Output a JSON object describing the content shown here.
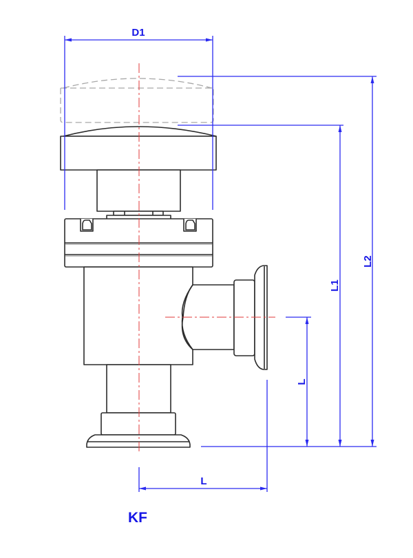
{
  "drawing": {
    "title": "KF",
    "type": "Angle valve technical drawing (manual, KF flanges)",
    "dimensions": {
      "d1": {
        "label": "D1",
        "orientation": "horizontal",
        "meaning": "handwheel diameter"
      },
      "l1": {
        "label": "L1",
        "orientation": "vertical",
        "meaning": "height to top of handwheel (closed)"
      },
      "l2": {
        "label": "L2",
        "orientation": "vertical",
        "meaning": "height to top of handwheel (open)"
      },
      "l_vertical": {
        "label": "L",
        "orientation": "vertical",
        "meaning": "side port centerline to bottom flange face"
      },
      "l_horizontal": {
        "label": "L",
        "orientation": "horizontal",
        "meaning": "body centerline to side flange face"
      }
    },
    "colors": {
      "dimension": "#2a2af0",
      "label": "#1616e6",
      "centerline": "#e23a3a",
      "outline": "#2b2b2b",
      "phantom": "#a8a8a8"
    }
  }
}
